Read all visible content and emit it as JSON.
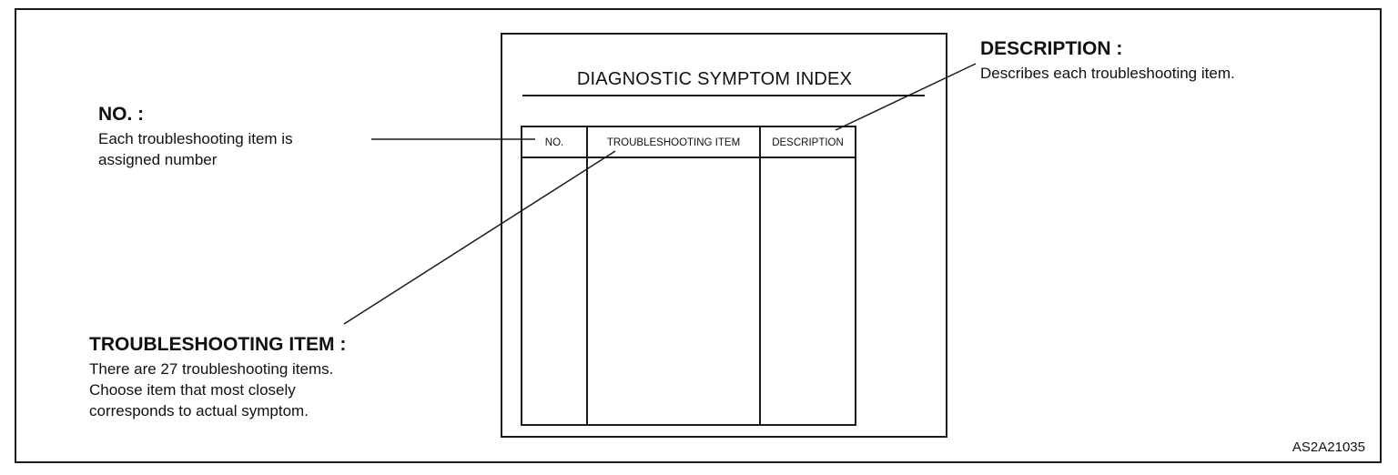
{
  "sheet": {
    "title": "DIAGNOSTIC SYMPTOM INDEX",
    "columns": [
      "NO.",
      "TROUBLESHOOTING ITEM",
      "DESCRIPTION"
    ]
  },
  "callouts": {
    "no": {
      "heading": "NO. :",
      "lines": [
        "Each troubleshooting item is",
        "assigned number"
      ]
    },
    "troubleshooting_item": {
      "heading": "TROUBLESHOOTING ITEM  :",
      "lines": [
        "There are 27 troubleshooting items.",
        "Choose item that most closely",
        "corresponds to actual symptom."
      ]
    },
    "description": {
      "heading": "DESCRIPTION :",
      "lines": [
        "Describes each troubleshooting item."
      ]
    }
  },
  "figure_code": "AS2A21035"
}
